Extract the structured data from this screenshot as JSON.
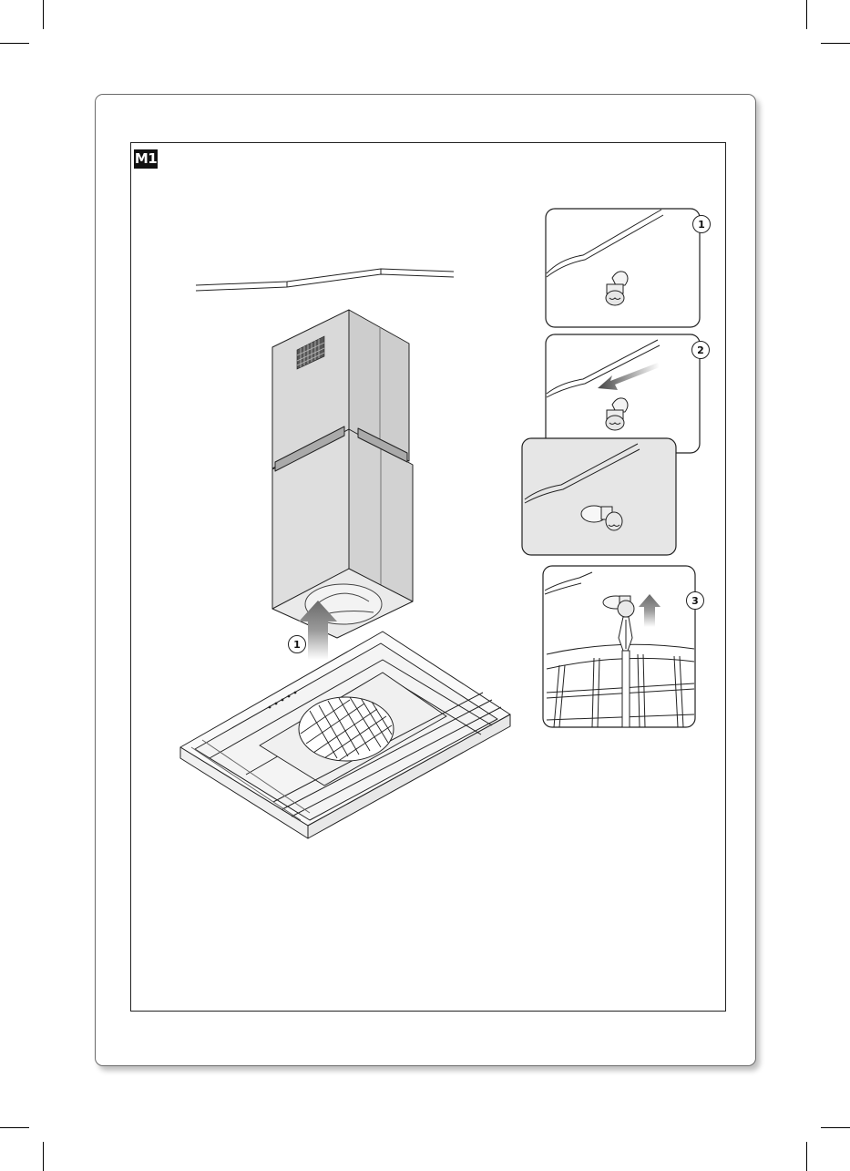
{
  "step_tag": "M1",
  "callouts": {
    "main_arrow": "1",
    "detail_1": "1",
    "detail_2": "2",
    "detail_3": "3"
  },
  "colors": {
    "chimney_fill": "#dcdcdc",
    "chimney_side": "#cfcfcf",
    "detail_bg": "#e6e6e6",
    "arrow_gray": "#8a8a8a",
    "line": "#222222"
  },
  "icons": [
    "up-arrow-icon",
    "pull-arrow-icon",
    "screw-icon",
    "screwdriver-icon",
    "grease-filter-icon",
    "vent-grille-icon"
  ]
}
